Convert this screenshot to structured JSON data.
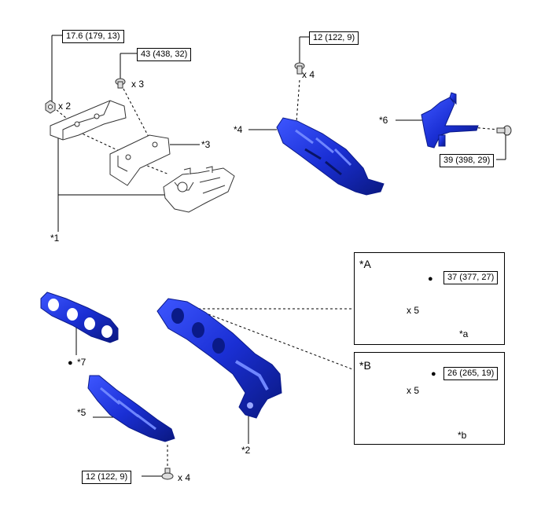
{
  "colors": {
    "part_blue": "#1a2fd4",
    "part_blue_dark": "#0b1a8a",
    "part_blue_light": "#4d63ff",
    "line": "#000000",
    "sketch": "#6e6e6e"
  },
  "torques": {
    "t1": "17.6 (179, 13)",
    "t2": "43 (438, 32)",
    "t3": "12 (122, 9)",
    "t4": "39 (398, 29)",
    "t5": "12 (122, 9)",
    "t6": "37 (377, 27)",
    "t7": "26 (265, 19)"
  },
  "quantities": {
    "q1": "x 2",
    "q2": "x 3",
    "q3": "x 4",
    "q4": "x 5",
    "q5": "x 5",
    "q6": "x 4"
  },
  "part_labels": {
    "p1": "*1",
    "p2": "*2",
    "p3": "*3",
    "p4": "*4",
    "p5": "*5",
    "p6": "*6",
    "p7": "*7"
  },
  "panels": {
    "a": {
      "title": "*A",
      "dim": "*a"
    },
    "b": {
      "title": "*B",
      "dim": "*b"
    }
  },
  "dot_symbol": "●"
}
